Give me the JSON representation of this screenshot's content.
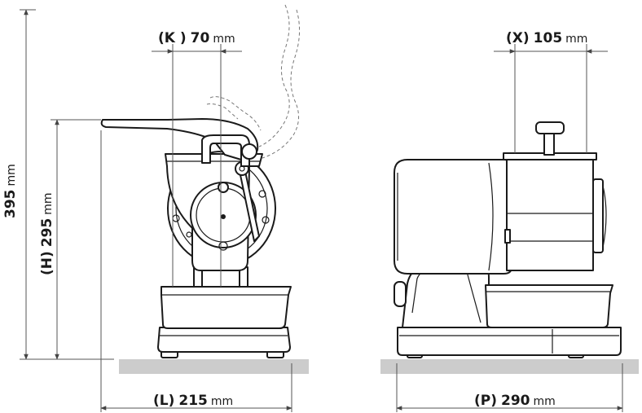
{
  "dimensions": {
    "total_height": {
      "value": "395",
      "unit": "mm"
    },
    "height": {
      "label": "(H)",
      "value": "295",
      "unit": "mm"
    },
    "hopper_width_k": {
      "label": "(K )",
      "value": "70",
      "unit": "mm"
    },
    "length": {
      "label": "(L)",
      "value": "215",
      "unit": "mm"
    },
    "hopper_width_x": {
      "label": "(X)",
      "value": "105",
      "unit": "mm"
    },
    "depth": {
      "label": "(P)",
      "value": "290",
      "unit": "mm"
    }
  },
  "colors": {
    "line": "#1a1a1a",
    "floor": "#cccccc",
    "dimension_line": "#555555"
  }
}
